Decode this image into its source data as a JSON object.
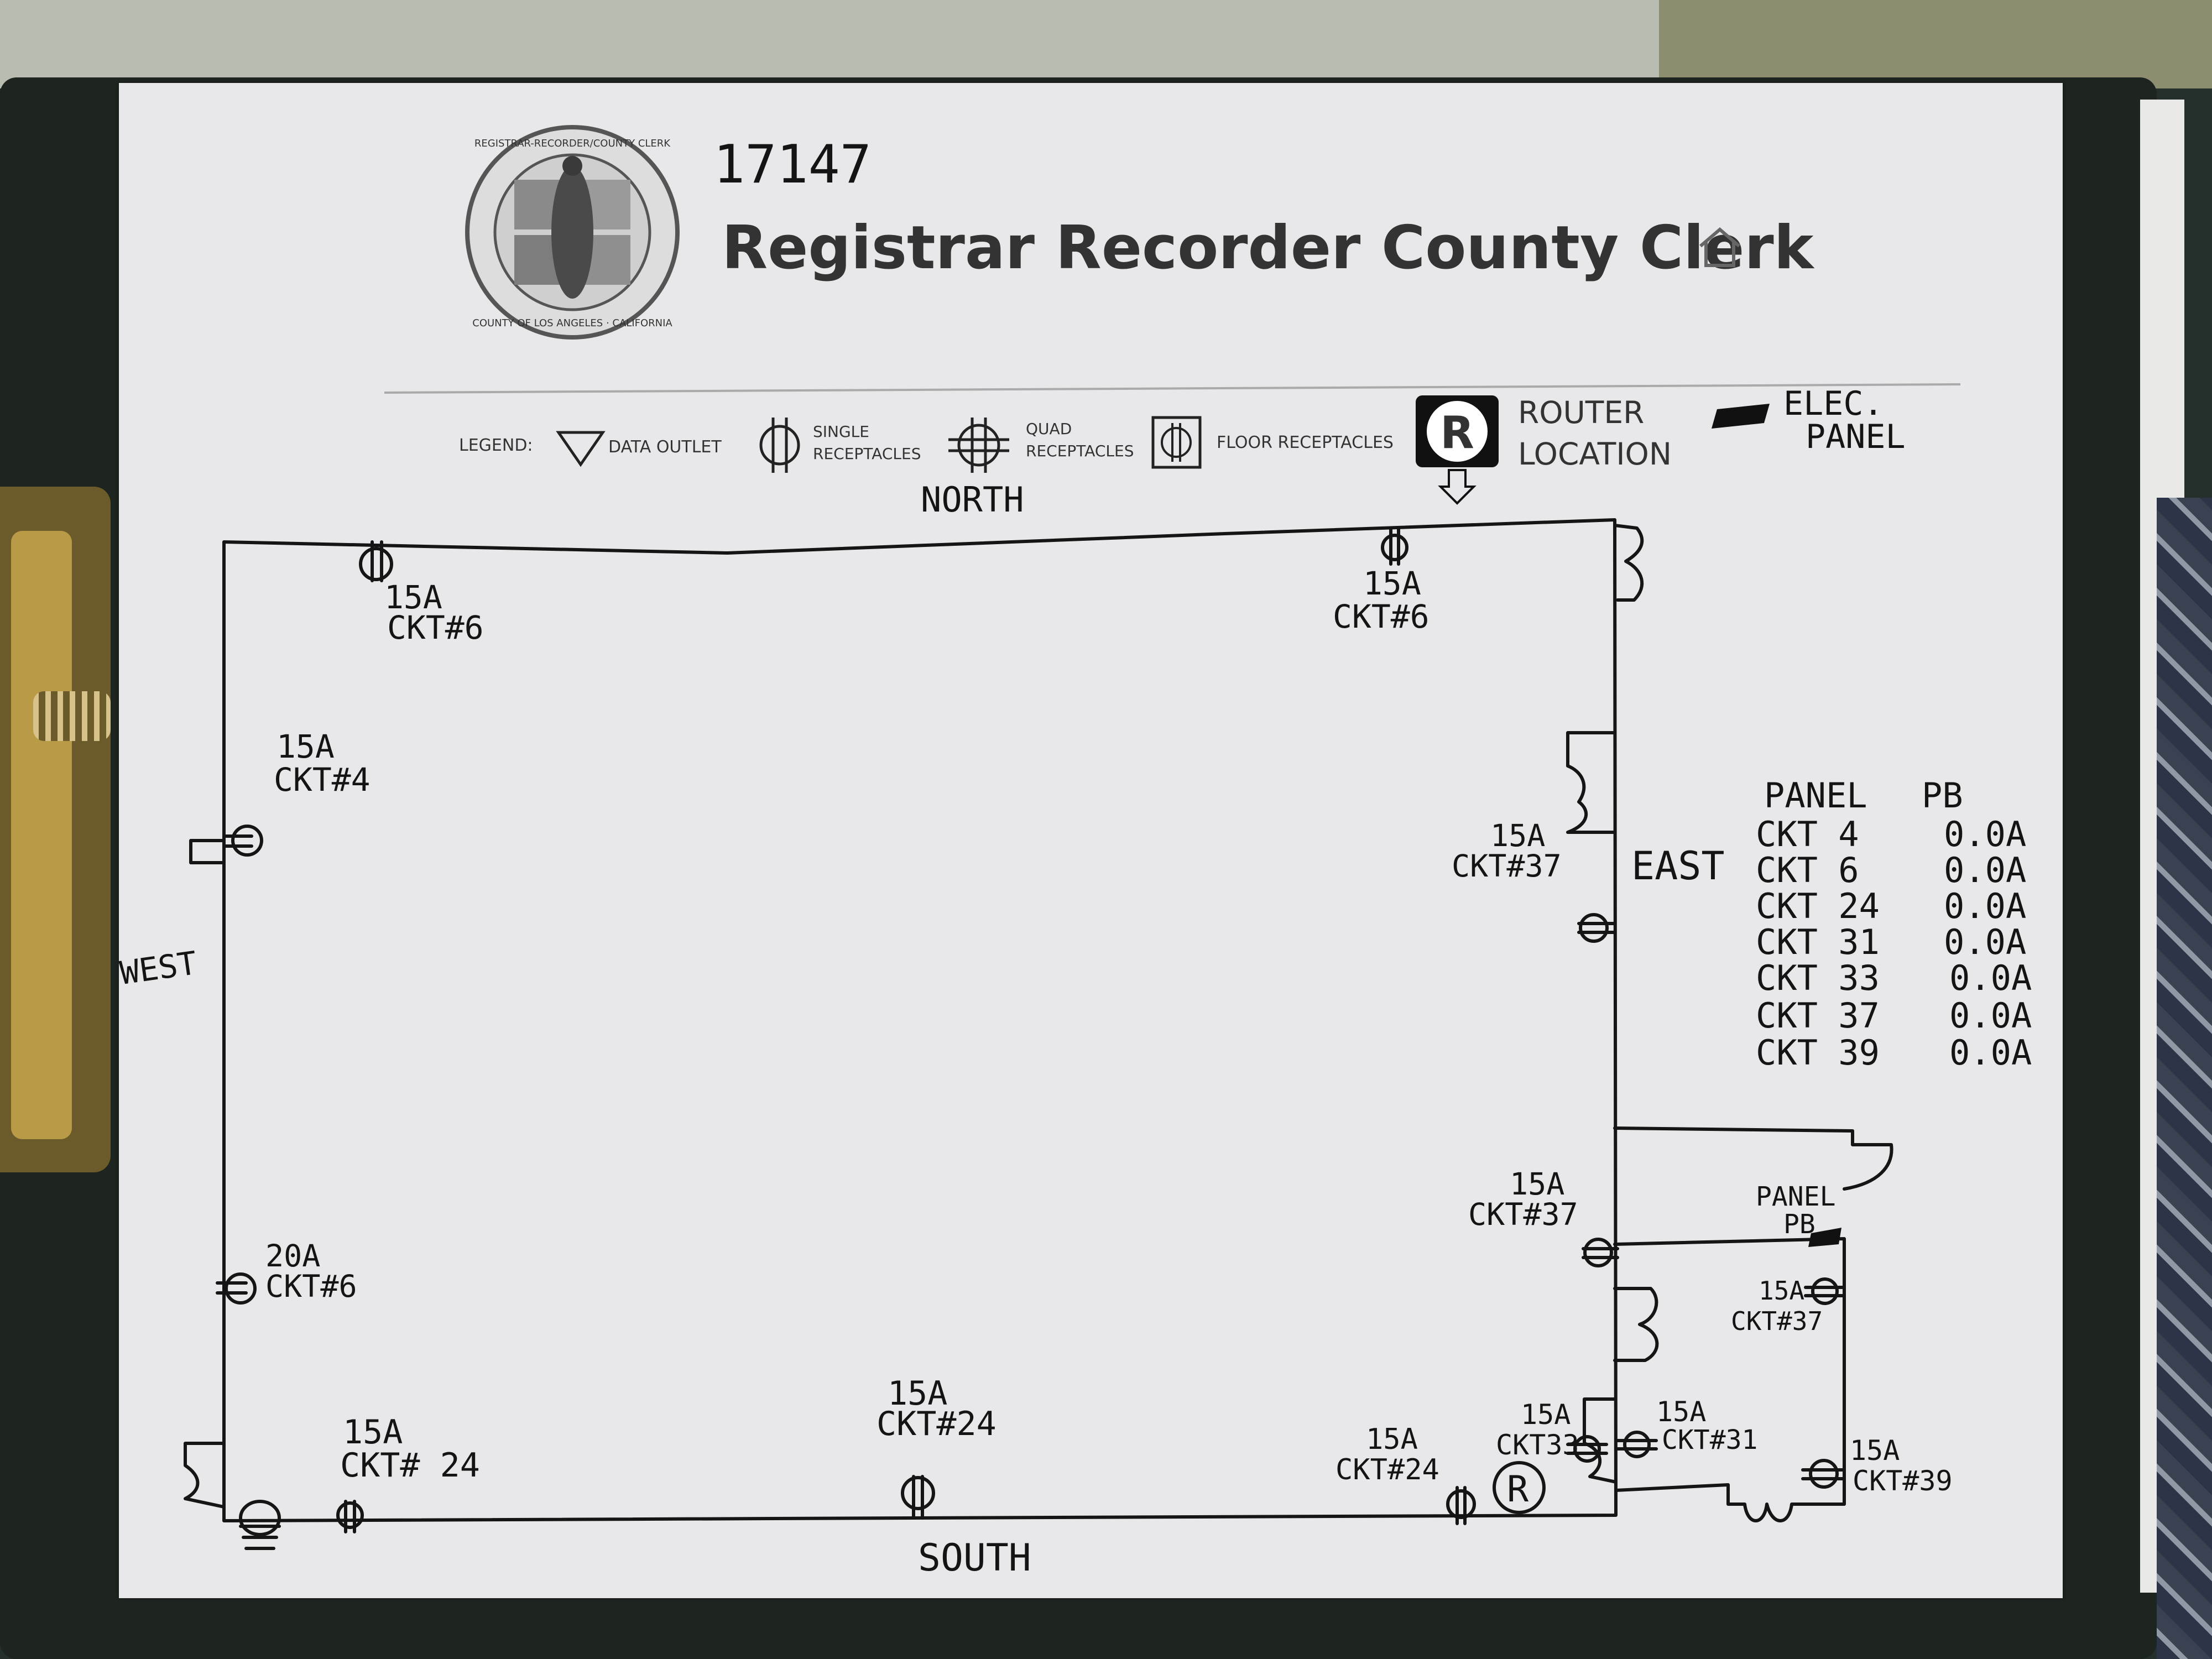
{
  "header": {
    "doc_number": "17147",
    "title": "Registrar Recorder County Clerk",
    "seal_text_top": "REGISTRAR-RECORDER/COUNTY CLERK",
    "seal_text_bottom": "COUNTY OF LOS ANGELES · CALIFORNIA"
  },
  "legend": {
    "label": "LEGEND:",
    "data_outlet": "DATA OUTLET",
    "single_line1": "SINGLE",
    "single_line2": "RECEPTACLES",
    "quad_line1": "QUAD",
    "quad_line2": "RECEPTACLES",
    "floor": "FLOOR RECEPTACLES",
    "router_line1": "ROUTER",
    "router_line2": "LOCATION",
    "router_symbol": "R",
    "elec_line1": "ELEC.",
    "elec_line2": "PANEL"
  },
  "directions": {
    "north": "NORTH",
    "south": "SOUTH",
    "east": "EAST",
    "west": "WEST"
  },
  "outlets": {
    "n1": {
      "amps": "15A",
      "ckt": "CKT#6"
    },
    "n2": {
      "amps": "15A",
      "ckt": "CKT#6"
    },
    "w1": {
      "amps": "15A",
      "ckt": "CKT#4"
    },
    "w2": {
      "amps": "20A",
      "ckt": "CKT#6"
    },
    "e1": {
      "amps": "15A",
      "ckt": "CKT#37"
    },
    "e2": {
      "amps": "15A",
      "ckt": "CKT#37"
    },
    "s1": {
      "amps": "15A",
      "ckt": "CKT# 24"
    },
    "s2": {
      "amps": "15A",
      "ckt": "CKT#24"
    },
    "s3": {
      "amps": "15A",
      "ckt": "CKT#24"
    },
    "c33": {
      "amps": "15A",
      "ckt": "CKT33"
    },
    "c31": {
      "amps": "15A",
      "ckt": "CKT#31"
    },
    "r37": {
      "amps": "15A",
      "ckt": "CKT#37"
    },
    "r39": {
      "amps": "15A",
      "ckt": "CKT#39"
    }
  },
  "panel_room": {
    "line1": "PANEL",
    "line2": "PB",
    "router_symbol": "R"
  },
  "panel_table": {
    "title_left": "PANEL",
    "title_right": "PB",
    "rows": [
      {
        "ckt": "CKT 4",
        "amps": "0.0A"
      },
      {
        "ckt": "CKT 6",
        "amps": "0.0A"
      },
      {
        "ckt": "CKT 24",
        "amps": "0.0A"
      },
      {
        "ckt": "CKT 31",
        "amps": "0.0A"
      },
      {
        "ckt": "CKT 33",
        "amps": "0.0A"
      },
      {
        "ckt": "CKT 37",
        "amps": "0.0A"
      },
      {
        "ckt": "CKT 39",
        "amps": "0.0A"
      }
    ]
  },
  "icons": [
    "home-icon",
    "county-seal-icon",
    "data-outlet-icon",
    "single-receptacle-icon",
    "quad-receptacle-icon",
    "floor-receptacle-icon",
    "router-icon",
    "elec-panel-icon"
  ]
}
